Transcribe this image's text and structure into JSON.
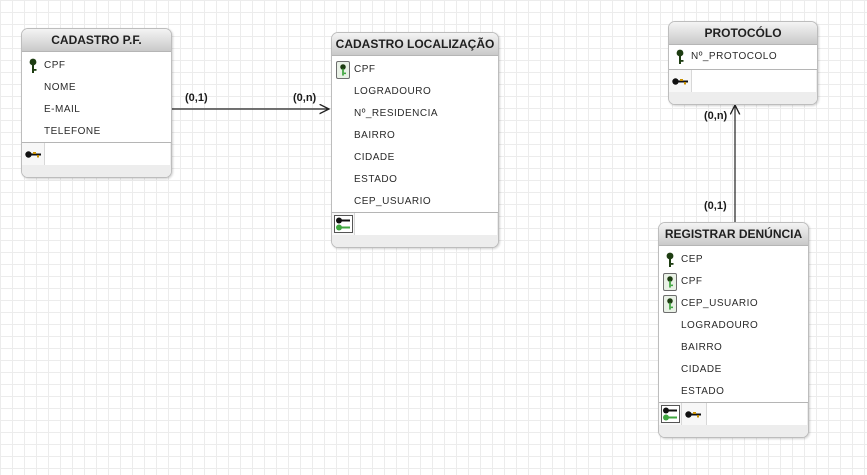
{
  "entities": {
    "pf": {
      "title": "CADASTRO P.F.",
      "attrs": [
        "CPF",
        "NOME",
        "E-MAIL",
        "TELEFONE"
      ]
    },
    "loc": {
      "title": "CADASTRO LOCALIZAÇÃO",
      "attrs": [
        "CPF",
        "LOGRADOURO",
        "Nº_RESIDENCIA",
        "BAIRRO",
        "CIDADE",
        "ESTADO",
        "CEP_USUARIO"
      ]
    },
    "prot": {
      "title": "PROTOCÓLO",
      "attrs": [
        "Nº_PROTOCOLO"
      ]
    },
    "den": {
      "title": "REGISTRAR DENÚNCIA",
      "attrs": [
        "CEP",
        "CPF",
        "CEP_USUARIO",
        "LOGRADOURO",
        "BAIRRO",
        "CIDADE",
        "ESTADO"
      ]
    }
  },
  "relationships": [
    {
      "from": "CADASTRO P.F.",
      "to": "CADASTRO LOCALIZAÇÃO",
      "card_from": "(0,1)",
      "card_to": "(0,n)"
    },
    {
      "from": "REGISTRAR DENÚNCIA",
      "to": "PROTOCÓLO",
      "card_from": "(0,1)",
      "card_to": "(0,n)"
    }
  ],
  "colors": {
    "pk_key": "#1e3d12",
    "fk_key": "#3fa63f",
    "gold_key": "#c89000",
    "canvas_grid": "#ececec"
  }
}
